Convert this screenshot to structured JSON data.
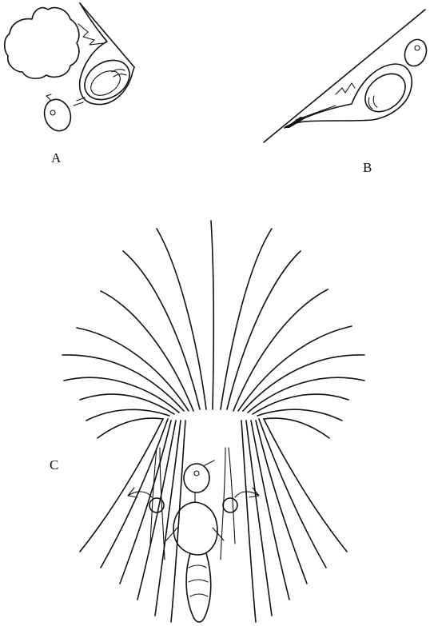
{
  "figure": {
    "panels": [
      {
        "id": "A",
        "label": "A"
      },
      {
        "id": "B",
        "label": "B"
      },
      {
        "id": "C",
        "label": "C"
      }
    ],
    "ink_color": "#111111",
    "background_color": "#ffffff"
  }
}
